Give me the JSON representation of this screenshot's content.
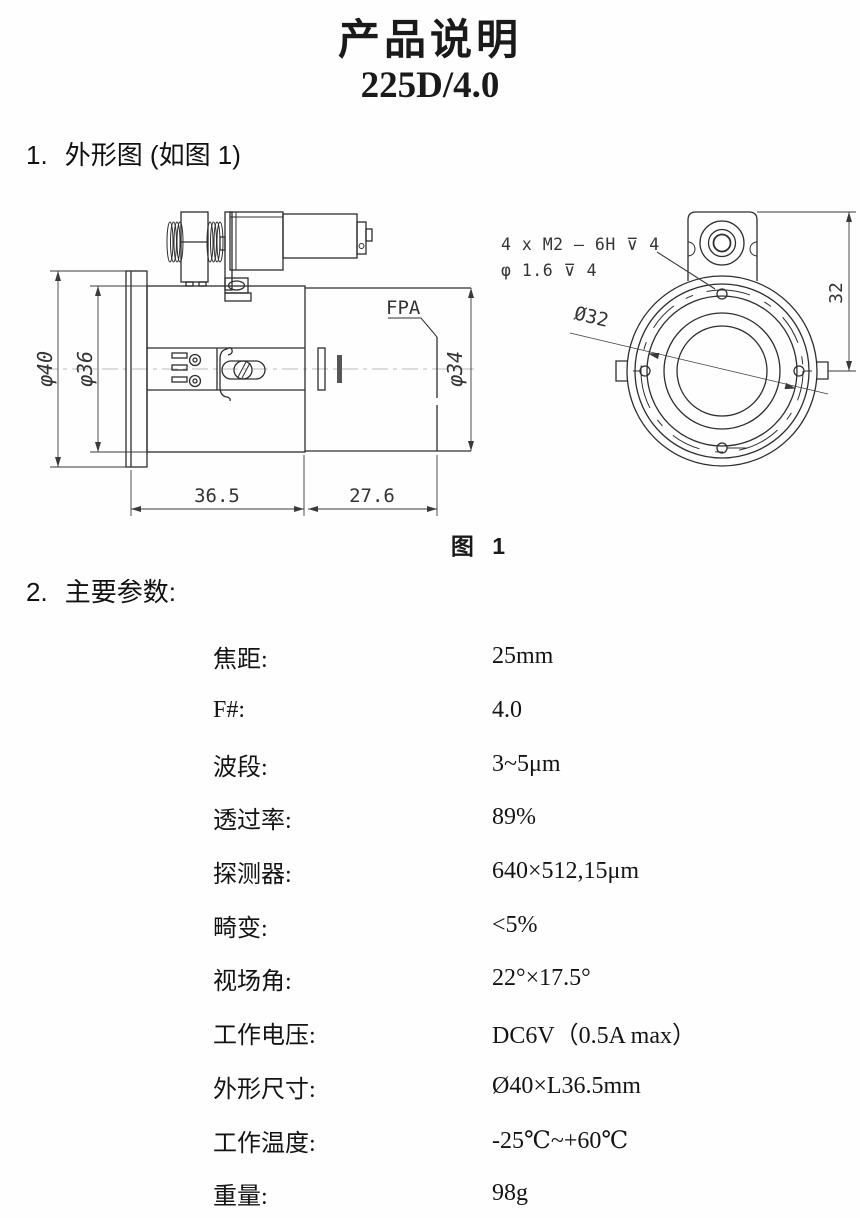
{
  "page": {
    "title": "产品说明",
    "model": "225D/4.0"
  },
  "sections": {
    "outline": {
      "number": "1.",
      "title": "外形图 (如图 1)"
    },
    "parameters": {
      "number": "2.",
      "title": "主要参数:"
    }
  },
  "figure": {
    "caption": "图 1"
  },
  "colors": {
    "ink": "#1a1a1a",
    "paper": "#fefefe"
  },
  "drawing": {
    "side_view": {
      "dim_flange_diameter": "φ40",
      "dim_body_diameter": "φ36",
      "dim_rear_diameter": "φ34",
      "fpa_label": "FPA",
      "dim_front_length": "36.5",
      "dim_back_length": "27.6"
    },
    "front_view": {
      "thread_note_line1": "4 x  M2 – 6H ⊽ 4",
      "thread_note_line2": "φ 1.6 ⊽ 4",
      "dim_bolt_circle": "Ø32",
      "dim_mount_height": "32"
    }
  },
  "parameters": [
    {
      "label": "焦距:",
      "value": "25mm"
    },
    {
      "label": "F#:",
      "value": "4.0"
    },
    {
      "label": "波段:",
      "value": "3~5μm"
    },
    {
      "label": "透过率:",
      "value": "89%"
    },
    {
      "label": "探测器:",
      "value": "640×512,15μm"
    },
    {
      "label": "畸变:",
      "value": "<5%"
    },
    {
      "label": "视场角:",
      "value": "22°×17.5°"
    },
    {
      "label": "工作电压:",
      "value": "DC6V（0.5A max）"
    },
    {
      "label": "外形尺寸:",
      "value": "Ø40×L36.5mm"
    },
    {
      "label": "工作温度:",
      "value": "-25℃~+60℃"
    },
    {
      "label": "重量:",
      "value": "98g"
    }
  ]
}
